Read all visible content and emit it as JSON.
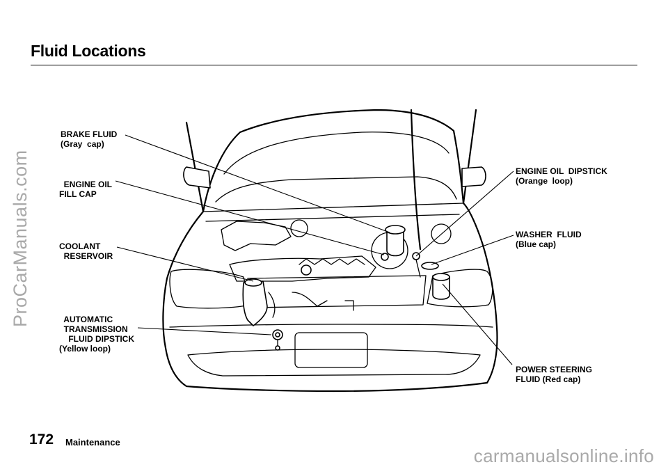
{
  "header": {
    "title": "Fluid Locations"
  },
  "footer": {
    "page_number": "172",
    "section": "Maintenance"
  },
  "watermarks": {
    "side": "ProCarManuals.com",
    "bottom": "carmanualsonline.info"
  },
  "labels": {
    "brake_fluid": "BRAKE FLUID\n(Gray  cap)",
    "engine_oil_fill_cap": "  ENGINE OIL\nFILL CAP",
    "coolant_reservoir": "COOLANT\n  RESERVOIR",
    "atf_dipstick": "  AUTOMATIC\n  TRANSMISSION\n    FLUID DIPSTICK\n(Yellow loop)",
    "engine_oil_dipstick": "ENGINE OIL  DIPSTICK\n(Orange  loop)",
    "washer_fluid": "WASHER  FLUID\n(Blue cap)",
    "power_steering_fluid": "POWER STEERING\nFLUID (Red cap)"
  }
}
